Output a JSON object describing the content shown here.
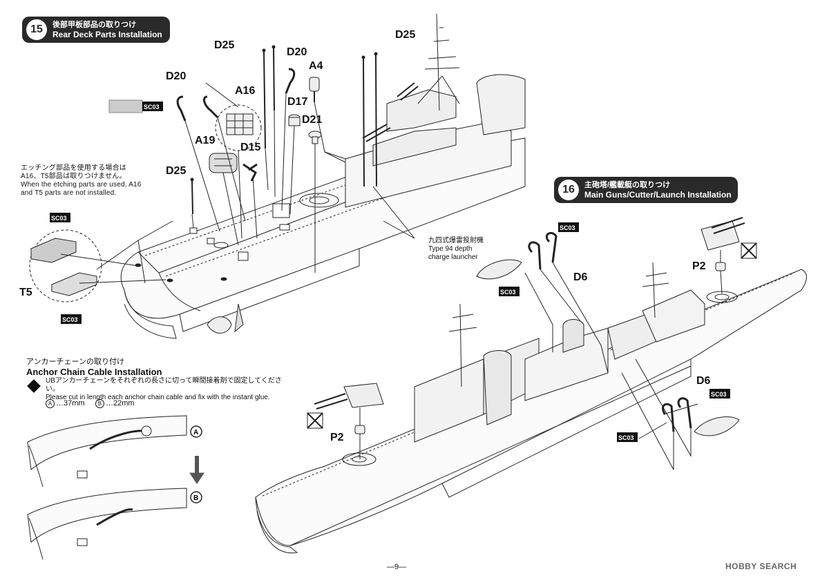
{
  "step15": {
    "number": "15",
    "title_jp": "後部甲板部品の取りつけ",
    "title_en": "Rear Deck Parts Installation"
  },
  "step16": {
    "number": "16",
    "title_jp": "主砲塔/艦載艇の取りつけ",
    "title_en": "Main Guns/Cutter/Launch Installation"
  },
  "etching_note": {
    "jp1": "エッチング部品を使用する場合は",
    "jp2": "A16、T5部品は取りつけません。",
    "en1": "When the etching parts are used, A16",
    "en2": "and T5 parts are not installed."
  },
  "callout_launcher": {
    "jp": "九四式爆雷投射機",
    "en1": "Type 94 depth",
    "en2": "charge launcher"
  },
  "anchor": {
    "title_jp": "アンカーチェーンの取り付け",
    "title_en": "Anchor Chain Cable Installation",
    "note_jp": "UBアンカーチェーンをそれぞれの長さに切って瞬間接着剤で固定してください。",
    "note_en": "Please cut in length each anchor chain cable and fix with the instant glue.",
    "a_label": "A",
    "a_len": "…37mm",
    "b_label": "B",
    "b_len": "…22mm"
  },
  "parts": {
    "d25_a": "D25",
    "d20_a": "D20",
    "a4": "A4",
    "d25_b": "D25",
    "d20_b": "D20",
    "a16": "A16",
    "d17": "D17",
    "d21": "D21",
    "a19": "A19",
    "d15": "D15",
    "d25_c": "D25",
    "t5": "T5",
    "sc03": "SC03",
    "d6": "D6",
    "p2": "P2"
  },
  "page_number": "—9—",
  "watermark": "HOBBY SEARCH"
}
